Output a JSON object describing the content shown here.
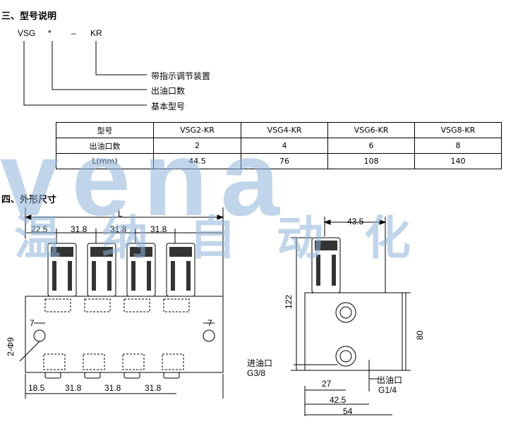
{
  "section3": {
    "title": "三、型号说明"
  },
  "model_code": {
    "part1": "VSG",
    "part2": "*",
    "part3": "–",
    "part4": "KR"
  },
  "legend": {
    "item1": "带指示调节装置",
    "item2": "出油口数",
    "item3": "基本型号"
  },
  "table": {
    "header": [
      "型号",
      "VSG2-KR",
      "VSG4-KR",
      "VSG6-KR",
      "VSG8-KR"
    ],
    "rows": [
      [
        "出油口数",
        "2",
        "4",
        "6",
        "8"
      ],
      [
        "L(mm)",
        "44.5",
        "76",
        "108",
        "140"
      ]
    ]
  },
  "section4": {
    "title": "四、外形尺寸"
  },
  "watermark": {
    "latin": "vena",
    "chinese": "温纳自动化"
  },
  "front_view": {
    "L": "L",
    "top_dims": [
      "22.5",
      "31.8",
      "31.8",
      "31.8"
    ],
    "bottom_dims": [
      "18.5",
      "31.8",
      "31.8",
      "31.8"
    ],
    "left7": "7",
    "right7": "7",
    "holes": "2-Φ9"
  },
  "side_view": {
    "top_dim": "43.5",
    "height122": "122",
    "height80": "80",
    "inlet_label": "进油口",
    "inlet_thread": "G3/8",
    "dim27": "27",
    "outlet_label": "出油口",
    "outlet_thread": "G1/4",
    "dim42": "42.5",
    "dim54": "54"
  },
  "colors": {
    "watermark": "#8fb3d9",
    "line": "#000000",
    "hatch": "#333333"
  }
}
